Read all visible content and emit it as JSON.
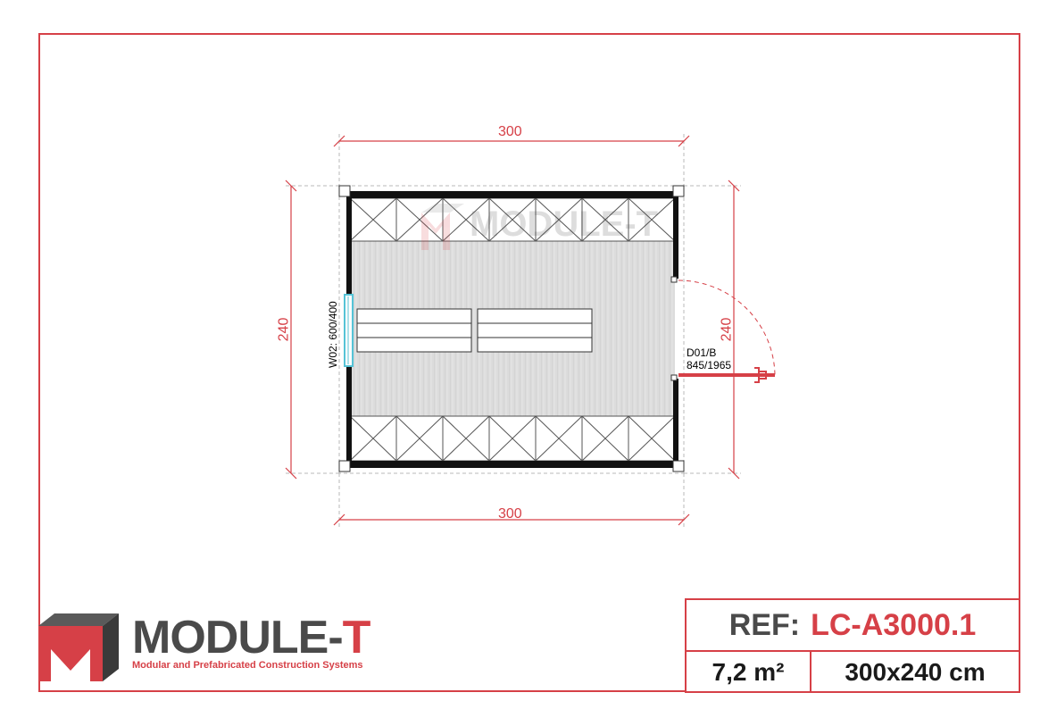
{
  "plan": {
    "dim_top": "300",
    "dim_bottom": "300",
    "dim_left": "240",
    "dim_right": "240",
    "window_label": "W02: 600/400",
    "door_label_line1": "D01/B",
    "door_label_line2": "845/1965",
    "watermark": "MODULE-T"
  },
  "logo": {
    "brand_main": "MODULE-",
    "brand_accent": "T",
    "tagline": "Modular and Prefabricated Construction Systems"
  },
  "titleblock": {
    "ref_label": "REF:",
    "ref_value": "LC-A3000.1",
    "area": "7,2 m²",
    "size": "300x240 cm"
  },
  "colors": {
    "accent": "#d64047",
    "dark": "#4a4a4a",
    "window": "#55c3d6",
    "floor": "#dcdcdc"
  }
}
